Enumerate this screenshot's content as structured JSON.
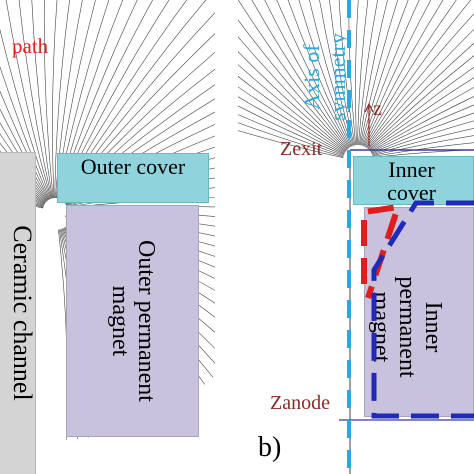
{
  "panel_a": {
    "path_label": "path",
    "ceramic_channel_label": "Ceramic channel",
    "outer_cover_label": "Outer cover",
    "outer_magnet_label": "Outer permanent magnet"
  },
  "panel_b": {
    "axis_label": "Axis of symmetry",
    "z_label": "z",
    "zexit_label": "Zexit",
    "zanode_label": "Zanode",
    "inner_cover_label": "Inner cover",
    "inner_magnet_label": "Inner permanent magnet",
    "panel_tag": "b)"
  },
  "colors": {
    "path_text": "#e32019",
    "cover_fill": "#8fd4dc",
    "magnet_fill": "#c9c2dd",
    "channel_fill": "#d4d4d4",
    "axis_dash": "#29a9e0",
    "dark_red_text": "#8b2b24",
    "red_dash": "#e01c1c",
    "blue_dash": "#1f2bb8",
    "field_line": "#444444"
  }
}
